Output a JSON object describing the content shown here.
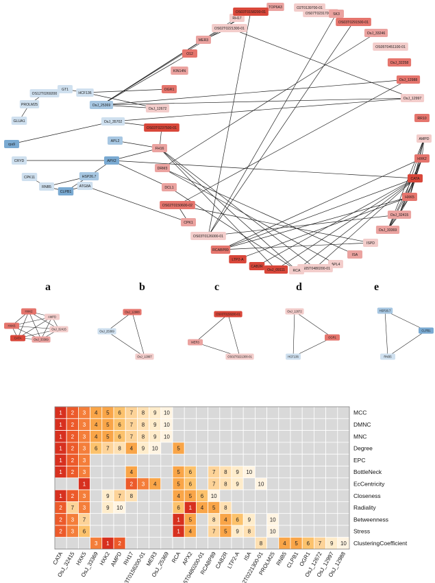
{
  "colors": {
    "red": "#d9473a",
    "red_mid": "#e5756d",
    "pink": "#eba3a0",
    "pink_light": "#f3cdcb",
    "blue": "#7aaad2",
    "blue_mid": "#a7c7e2",
    "blue_light": "#cfe0ef",
    "heat_r1": "#d7301f",
    "heat_r2": "#ec5a2a",
    "heat_o3": "#f47e3a",
    "heat_o4": "#f9a548",
    "heat_y5": "#fcc26c",
    "heat_y6": "#fdd398",
    "heat_y7": "#fee0b2",
    "heat_y8": "#feeccb",
    "heat_y9": "#fff4e2",
    "heat_gray": "#d9d9d9"
  },
  "network": {
    "nodes": [
      {
        "id": "TOP6A3",
        "color": "pink"
      },
      {
        "id": "O2T0139700-01",
        "color": "pink_light"
      },
      {
        "id": "OS07T0231700-02",
        "color": "pink_light"
      },
      {
        "id": "SK3",
        "color": "pink"
      },
      {
        "id": "RH17",
        "color": "pink_light"
      },
      {
        "id": "OS03T0158200-01",
        "color": "red"
      },
      {
        "id": "OS03T0291500-01",
        "color": "red_mid"
      },
      {
        "id": "OS02T0221300-01",
        "color": "pink_light"
      },
      {
        "id": "MER3",
        "color": "pink"
      },
      {
        "id": "OsJ_33246",
        "color": "pink"
      },
      {
        "id": "OS05T0451100-01",
        "color": "pink_light"
      },
      {
        "id": "O12",
        "color": "red_mid"
      },
      {
        "id": "OsJ_32258",
        "color": "red_mid"
      },
      {
        "id": "KIN14N",
        "color": "pink"
      },
      {
        "id": "OsJ_12988",
        "color": "red_mid"
      },
      {
        "id": "GT1",
        "color": "blue_light"
      },
      {
        "id": "OS12T0269200",
        "color": "blue_light"
      },
      {
        "id": "HCF136",
        "color": "blue_light"
      },
      {
        "id": "OGR1",
        "color": "red_mid"
      },
      {
        "id": "PROLM25",
        "color": "blue_light"
      },
      {
        "id": "OsJ_25369",
        "color": "blue_mid"
      },
      {
        "id": "OsJ_12672",
        "color": "pink_light"
      },
      {
        "id": "OsJ_12997",
        "color": "pink_light"
      },
      {
        "id": "GLUA1",
        "color": "blue_light"
      },
      {
        "id": "RR10",
        "color": "red_mid"
      },
      {
        "id": "OsJ_35702",
        "color": "blue_light"
      },
      {
        "id": "OS03T0237500-01",
        "color": "red"
      },
      {
        "id": "rps9",
        "color": "blue"
      },
      {
        "id": "APL2",
        "color": "blue_mid"
      },
      {
        "id": "FH16",
        "color": "pink"
      },
      {
        "id": "AMPD",
        "color": "pink_light"
      },
      {
        "id": "CRYD",
        "color": "blue_light"
      },
      {
        "id": "APX2",
        "color": "blue"
      },
      {
        "id": "HXK2",
        "color": "red_mid"
      },
      {
        "id": "DRM3",
        "color": "pink"
      },
      {
        "id": "CATA",
        "color": "red"
      },
      {
        "id": "CPK11",
        "color": "blue_light"
      },
      {
        "id": "HSP26.7",
        "color": "blue_mid"
      },
      {
        "id": "RNB5",
        "color": "blue_light"
      },
      {
        "id": "ATG8A",
        "color": "blue_light"
      },
      {
        "id": "CLPB1",
        "color": "blue"
      },
      {
        "id": "DCL1",
        "color": "pink"
      },
      {
        "id": "HXK5",
        "color": "red_mid"
      },
      {
        "id": "OS02T0150600-02",
        "color": "red_mid"
      },
      {
        "id": "OsJ_32415",
        "color": "pink"
      },
      {
        "id": "CPK1",
        "color": "pink"
      },
      {
        "id": "OsJ_33369",
        "color": "pink"
      },
      {
        "id": "OS03T0126000-01",
        "color": "pink_light"
      },
      {
        "id": "ISPD",
        "color": "pink_light"
      },
      {
        "id": "RCABP89",
        "color": "red_mid"
      },
      {
        "id": "ISA",
        "color": "pink"
      },
      {
        "id": "APL4",
        "color": "pink_light"
      },
      {
        "id": "LTP2-A",
        "color": "red"
      },
      {
        "id": "OS05T0480200-01",
        "color": "pink_light"
      },
      {
        "id": "CAB2R",
        "color": "red"
      },
      {
        "id": "OsJ_09111",
        "color": "red"
      },
      {
        "id": "RCA",
        "color": "pink_light"
      }
    ],
    "edges": [
      [
        "OsJ_25369",
        "OS03T0158200-01"
      ],
      [
        "OsJ_25369",
        "RH17"
      ],
      [
        "OsJ_25369",
        "MER3"
      ],
      [
        "OsJ_25369",
        "OsJ_12988"
      ],
      [
        "OsJ_25369",
        "OsJ_12997"
      ],
      [
        "OsJ_25369",
        "O12"
      ],
      [
        "OsJ_25369",
        "OsJ_12672"
      ],
      [
        "HCF136",
        "OsJ_12672"
      ],
      [
        "HCF136",
        "OGR1"
      ],
      [
        "HCF136",
        "GT1"
      ],
      [
        "OS12T0269200",
        "GT1"
      ],
      [
        "OS12T0269200",
        "PROLM25"
      ],
      [
        "PROLM25",
        "GLUA1"
      ],
      [
        "rps9",
        "OsJ_35702"
      ],
      [
        "OsJ_35702",
        "OsJ_12997"
      ],
      [
        "OsJ_35702",
        "OS03T0237500-01"
      ],
      [
        "OS03T0237500-01",
        "FH16"
      ],
      [
        "APL2",
        "FH16"
      ],
      [
        "APX2",
        "FH16"
      ],
      [
        "APX2",
        "CATA"
      ],
      [
        "APX2",
        "HSP26.7"
      ],
      [
        "APX2",
        "DCL1"
      ],
      [
        "CRYD",
        "APX2"
      ],
      [
        "CPK11",
        "RNB5"
      ],
      [
        "HSP26.7",
        "RNB5"
      ],
      [
        "HSP26.7",
        "CLPB1"
      ],
      [
        "RNB5",
        "CLPB1"
      ],
      [
        "ATG8A",
        "CLPB1"
      ],
      [
        "ATG8A",
        "CPK1"
      ],
      [
        "DRM3",
        "ISA"
      ],
      [
        "DRM3",
        "APL4"
      ],
      [
        "FH16",
        "RCA"
      ],
      [
        "FH16",
        "OsJ_09111"
      ],
      [
        "FH16",
        "OS05T0480200-01"
      ],
      [
        "DCL1",
        "RCA"
      ],
      [
        "OS02T0150600-02",
        "ISPD"
      ],
      [
        "OS03T0126000-01",
        "OS03T0158200-01"
      ],
      [
        "OS03T0126000-01",
        "OS03T0291500-01"
      ],
      [
        "OS03T0126000-01",
        "OsJ_32415"
      ],
      [
        "RCABP89",
        "CATA"
      ],
      [
        "RCABP89",
        "HXK2"
      ],
      [
        "RCABP89",
        "HXK5"
      ],
      [
        "OsJ_09111",
        "CATA"
      ],
      [
        "RCA",
        "CATA"
      ],
      [
        "CAB2R",
        "CATA"
      ],
      [
        "LTP2-A",
        "HXK5"
      ],
      [
        "OS05T0480200-01",
        "CATA"
      ],
      [
        "CATA",
        "HXK2"
      ],
      [
        "CATA",
        "HXK5"
      ],
      [
        "CATA",
        "OsJ_32415"
      ],
      [
        "CATA",
        "OsJ_33369"
      ],
      [
        "CATA",
        "AMPD"
      ],
      [
        "HXK2",
        "HXK5"
      ],
      [
        "HXK2",
        "OsJ_32415"
      ],
      [
        "HXK2",
        "OsJ_33369"
      ],
      [
        "HXK5",
        "OsJ_32415"
      ],
      [
        "HXK5",
        "OsJ_33369"
      ],
      [
        "OsJ_32415",
        "OsJ_33369"
      ],
      [
        "AMPD",
        "HXK2"
      ],
      [
        "AMPD",
        "HXK5"
      ],
      [
        "AMPD",
        "OsJ_32415"
      ],
      [
        "AMPD",
        "OsJ_33369"
      ],
      [
        "CPK1",
        "OS02T0150600-02"
      ],
      [
        "OsJ_12988",
        "OS02T0150600-02"
      ],
      [
        "OsJ_33246",
        "DRM3"
      ],
      [
        "OsJ_12997",
        "OS02T0221300-01"
      ],
      [
        "SK3",
        "OS03T0126000-01"
      ],
      [
        "OS02T0221300-01",
        "MER3"
      ],
      [
        "OS03T0158200-01",
        "MER3"
      ],
      [
        "ISPD",
        "RCABP89"
      ]
    ]
  },
  "panels": {
    "labels": [
      "a",
      "b",
      "c",
      "d",
      "e"
    ],
    "a": {
      "nodes": [
        {
          "id": "HXK2",
          "color": "red_mid"
        },
        {
          "id": "AMPD",
          "color": "pink_light"
        },
        {
          "id": "HXK5",
          "color": "red_mid"
        },
        {
          "id": "OsJ_32415",
          "color": "pink_light"
        },
        {
          "id": "CATA",
          "color": "red"
        },
        {
          "id": "OsJ_33369",
          "color": "pink"
        }
      ]
    },
    "b": {
      "nodes": [
        {
          "id": "OsJ_12988",
          "color": "red_mid"
        },
        {
          "id": "OsJ_25369",
          "color": "blue_light"
        },
        {
          "id": "OsJ_12997",
          "color": "pink_light"
        }
      ]
    },
    "c": {
      "nodes": [
        {
          "id": "OS03T0158200-01",
          "color": "red"
        },
        {
          "id": "MER3",
          "color": "pink"
        },
        {
          "id": "OS02T0221300-01",
          "color": "pink_light"
        }
      ]
    },
    "d": {
      "nodes": [
        {
          "id": "OsJ_12672",
          "color": "pink_light"
        },
        {
          "id": "OGR1",
          "color": "red_mid"
        },
        {
          "id": "HCF136",
          "color": "blue_light"
        }
      ]
    },
    "e": {
      "nodes": [
        {
          "id": "HSP26.7",
          "color": "blue_mid"
        },
        {
          "id": "CLPB1",
          "color": "blue"
        },
        {
          "id": "RNB5",
          "color": "blue_light"
        }
      ]
    }
  },
  "heatmap": {
    "rows": [
      "MCC",
      "DMNC",
      "MNC",
      "Degree",
      "EPC",
      "BottleNeck",
      "EcCentricity",
      "Closeness",
      "Radiality",
      "Betweenness",
      "Stress",
      "ClusteringCoefficient"
    ],
    "columns": [
      "CATA",
      "OsJ_32415",
      "HXK5",
      "OsJ_33369",
      "HXK2",
      "AMPD",
      "RH17",
      "OS03T0158200-01",
      "MER3",
      "OsJ_25369",
      "RCA",
      "APX2",
      "OS05T0480200-01",
      "RCABP89",
      "CAB2R",
      "LTP2-A",
      "ISA",
      "OS02T0221300-01",
      "PROLM25",
      "RNB5",
      "CLPB1",
      "OGR1",
      "OsJ_12672",
      "OsJ_12997",
      "OsJ_12988"
    ],
    "values": [
      [
        1,
        2,
        3,
        4,
        5,
        6,
        7,
        8,
        9,
        10,
        null,
        null,
        null,
        null,
        null,
        null,
        null,
        null,
        null,
        null,
        null,
        null,
        null,
        null,
        null
      ],
      [
        1,
        2,
        3,
        4,
        5,
        6,
        7,
        8,
        9,
        10,
        null,
        null,
        null,
        null,
        null,
        null,
        null,
        null,
        null,
        null,
        null,
        null,
        null,
        null,
        null
      ],
      [
        1,
        2,
        3,
        4,
        5,
        6,
        7,
        8,
        9,
        10,
        null,
        null,
        null,
        null,
        null,
        null,
        null,
        null,
        null,
        null,
        null,
        null,
        null,
        null,
        null
      ],
      [
        1,
        2,
        3,
        6,
        7,
        8,
        4,
        9,
        10,
        null,
        5,
        null,
        null,
        null,
        null,
        null,
        null,
        null,
        null,
        null,
        null,
        null,
        null,
        null,
        null
      ],
      [
        1,
        2,
        3,
        null,
        null,
        null,
        null,
        null,
        null,
        null,
        null,
        null,
        null,
        null,
        null,
        null,
        null,
        null,
        null,
        null,
        null,
        null,
        null,
        null,
        null
      ],
      [
        1,
        2,
        3,
        null,
        null,
        null,
        4,
        null,
        null,
        null,
        5,
        6,
        null,
        7,
        8,
        9,
        10,
        null,
        null,
        null,
        null,
        null,
        null,
        null,
        null
      ],
      [
        null,
        null,
        1,
        null,
        null,
        null,
        2,
        3,
        4,
        null,
        5,
        6,
        null,
        7,
        8,
        9,
        null,
        10,
        null,
        null,
        null,
        null,
        null,
        null,
        null
      ],
      [
        1,
        2,
        3,
        null,
        9,
        7,
        8,
        null,
        null,
        null,
        4,
        5,
        6,
        10,
        null,
        null,
        null,
        null,
        null,
        null,
        null,
        null,
        null,
        null,
        null
      ],
      [
        2,
        7,
        3,
        null,
        9,
        10,
        null,
        null,
        null,
        null,
        6,
        1,
        4,
        5,
        8,
        null,
        null,
        null,
        null,
        null,
        null,
        null,
        null,
        null,
        null
      ],
      [
        2,
        3,
        7,
        null,
        null,
        null,
        null,
        null,
        null,
        null,
        1,
        5,
        null,
        8,
        4,
        6,
        9,
        null,
        10,
        null,
        null,
        null,
        null,
        null,
        null
      ],
      [
        2,
        3,
        6,
        null,
        null,
        null,
        null,
        null,
        null,
        null,
        1,
        4,
        null,
        7,
        5,
        9,
        8,
        null,
        10,
        null,
        null,
        null,
        null,
        null,
        null
      ],
      [
        null,
        null,
        null,
        3,
        1,
        2,
        null,
        null,
        null,
        null,
        null,
        null,
        null,
        null,
        null,
        null,
        null,
        8,
        null,
        4,
        5,
        6,
        7,
        9,
        10
      ]
    ],
    "rank_colors": {
      "1": "heat_r1",
      "2": "heat_r2",
      "3": "heat_o3",
      "4": "heat_o4",
      "5": "heat_o4",
      "6": "heat_y5",
      "7": "heat_y6",
      "8": "heat_y7",
      "9": "heat_y8",
      "10": "heat_y9"
    }
  }
}
